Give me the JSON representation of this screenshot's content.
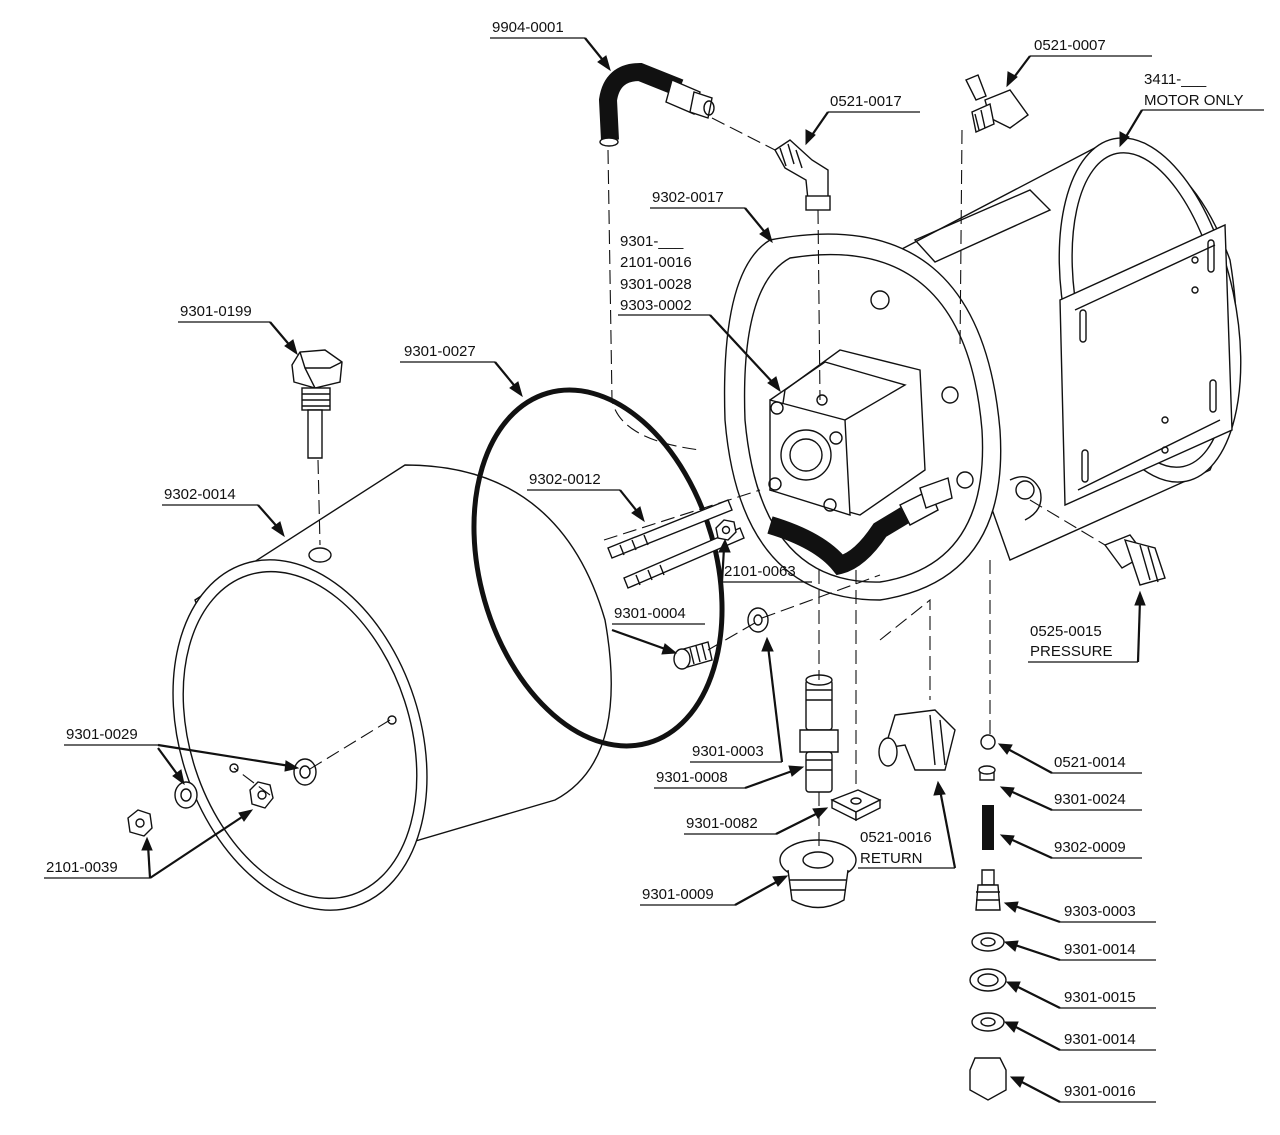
{
  "labels": {
    "p9904_0001": "9904-0001",
    "p0521_0007": "0521-0007",
    "p0521_0017": "0521-0017",
    "p3411": "3411-___",
    "motor_only": "MOTOR ONLY",
    "p9302_0017": "9302-0017",
    "p9301_blank": "9301-___",
    "p2101_0016": "2101-0016",
    "p9301_0028": "9301-0028",
    "p9303_0002": "9303-0002",
    "p9301_0199": "9301-0199",
    "p9301_0027": "9301-0027",
    "p9302_0014": "9302-0014",
    "p9302_0012": "9302-0012",
    "p2101_0063": "2101-0063",
    "p9301_0004": "9301-0004",
    "p0525_0015": "0525-0015",
    "pressure": "PRESSURE",
    "p9301_0029": "9301-0029",
    "p9301_0003": "9301-0003",
    "p9301_0008": "9301-0008",
    "p9301_0082": "9301-0082",
    "p0521_0016": "0521-0016",
    "return_lbl": "RETURN",
    "p0521_0014": "0521-0014",
    "p9301_0024": "9301-0024",
    "p9302_0009": "9302-0009",
    "p2101_0039": "2101-0039",
    "p9301_0009": "9301-0009",
    "p9303_0003": "9303-0003",
    "p9301_0014a": "9301-0014",
    "p9301_0015": "9301-0015",
    "p9301_0014b": "9301-0014",
    "p9301_0016": "9301-0016"
  }
}
